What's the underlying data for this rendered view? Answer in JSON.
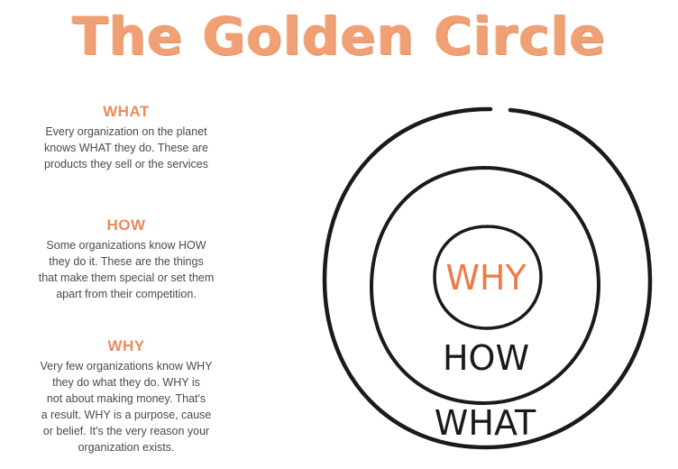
{
  "title": "The Golden Circle",
  "sections": [
    {
      "heading": "WHAT",
      "lines": [
        "Every organization on the planet",
        "knows WHAT they do. These are",
        "products they sell or the services"
      ]
    },
    {
      "heading": "HOW",
      "lines": [
        "Some organizations know HOW",
        "they do it. These are the things",
        "that make them special or set them",
        "apart from their competition."
      ]
    },
    {
      "heading": "WHY",
      "lines": [
        "Very few organizations know WHY",
        "they do what they do. WHY is",
        "not about making money. That's",
        "a result. WHY is a purpose, cause",
        "or belief. It's the very reason your",
        "organization exists."
      ]
    }
  ],
  "diagram": {
    "inner_label": "WHY",
    "middle_label": "HOW",
    "outer_label": "WHAT",
    "colors": {
      "accent": "#ee7a45",
      "ink": "#1a1a1a"
    }
  }
}
